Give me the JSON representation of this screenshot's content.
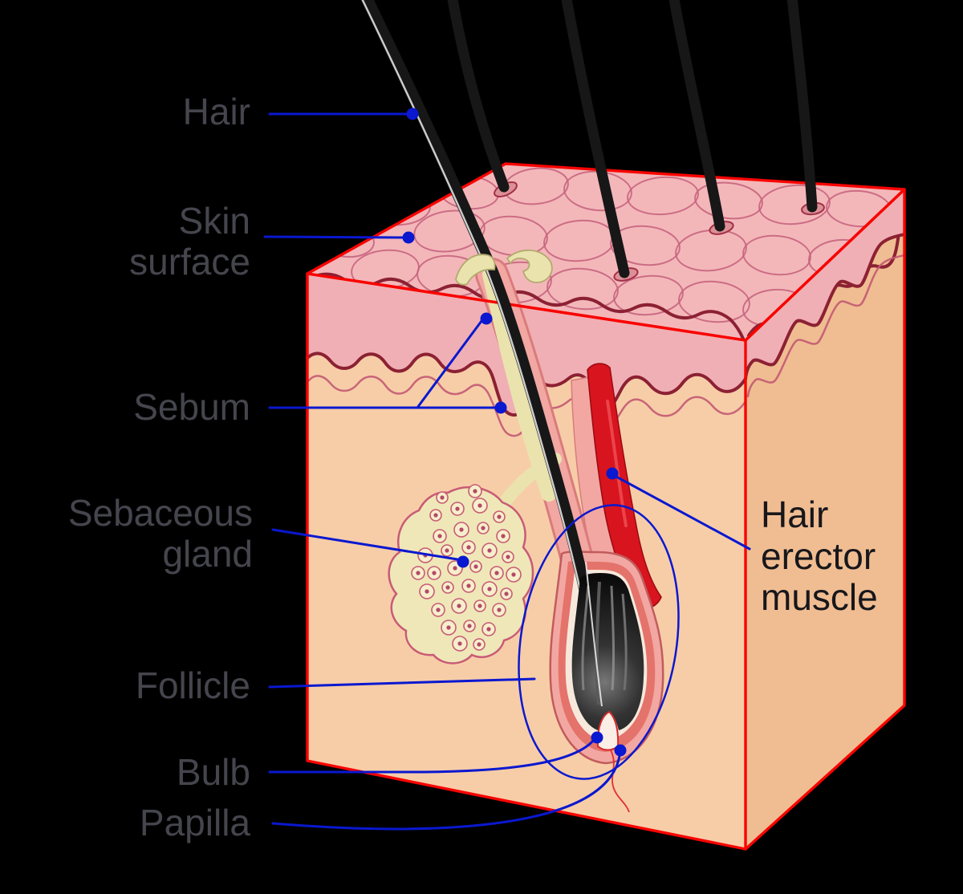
{
  "figure": {
    "subject": "Cross-section of skin showing a hair follicle"
  },
  "labels": {
    "hair": "Hair",
    "skin_surface": "Skin\nsurface",
    "sebum": "Sebum",
    "sebaceous_gland": "Sebaceous\ngland",
    "follicle": "Follicle",
    "bulb": "Bulb",
    "papilla": "Papilla",
    "hair_erector_muscle": "Hair\nerector\nmuscle"
  },
  "colors": {
    "background": "#000000",
    "label_text": "#45454d",
    "erector_text": "#17171b",
    "leader": "#0a18cf",
    "outline": "#f80400",
    "front_face": "#f7cda8",
    "side_face": "#f0bd92",
    "top_face": "#f3b7ba",
    "band": "#f0afb4",
    "wave_dark": "#8c2133",
    "wave_light": "#c25a72",
    "cell_line": "#c4607a",
    "hair": "#171717",
    "hair_highlight": "#ededed",
    "sebum": "#eae3ae",
    "sebum_edge": "#b3aa6e",
    "muscle": "#d8141f",
    "muscle_dark": "#9a0a12",
    "sheath_pink": "#f2a7a2",
    "canal_edge": "#d97c7c",
    "sheath_outline": "#c25b5b",
    "follicle_mid": "#e4736b",
    "follicle_inner": "#f6e9dc",
    "gland_fill": "#efe7b8",
    "gland_stroke": "#c85b76",
    "gland_cell_fill": "#f7efcb",
    "gland_cell_dot": "#b4486a",
    "papilla_fill": "#faeee6",
    "papilla_stroke": "#d42a2a",
    "vessel": "#e03030"
  }
}
